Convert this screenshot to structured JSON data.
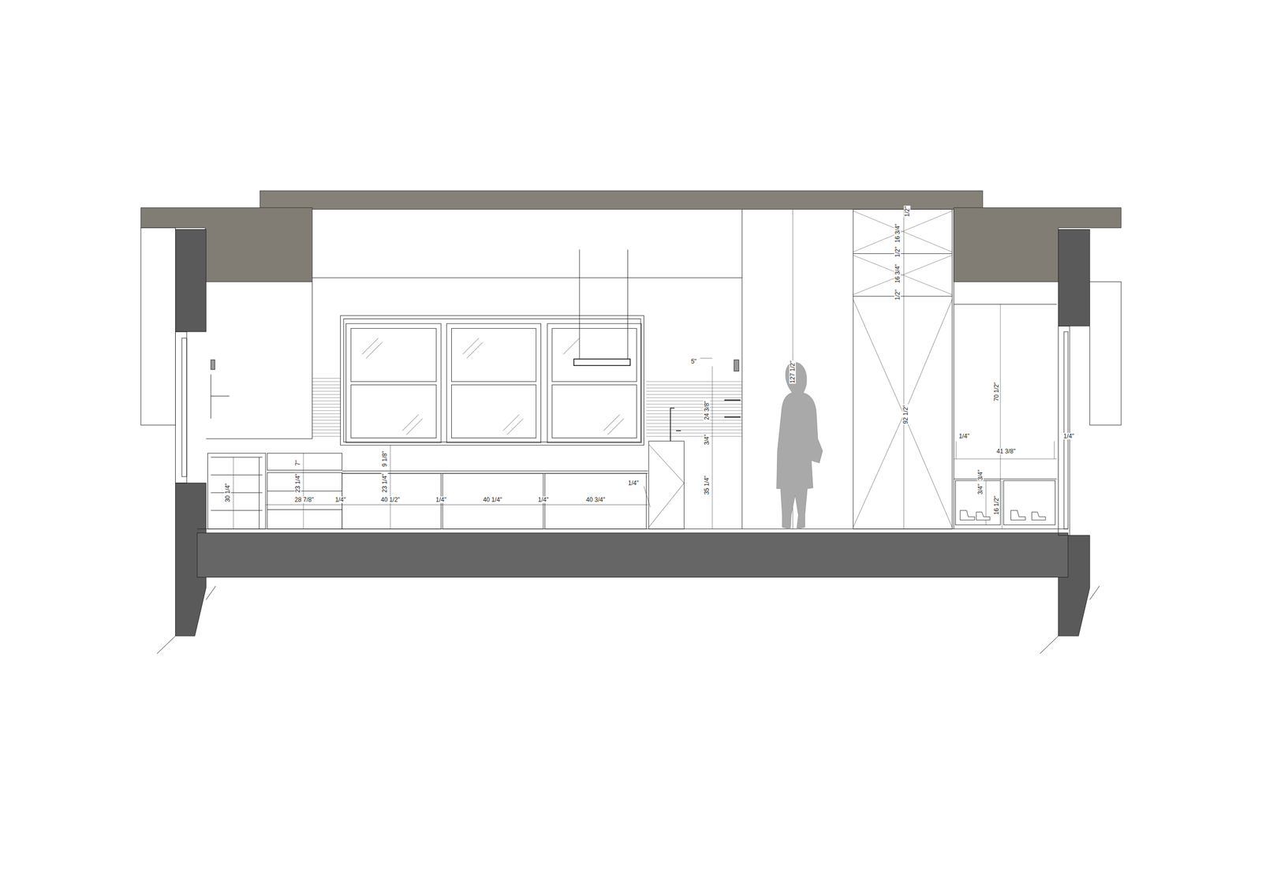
{
  "diagram": {
    "labels": [
      "1/2\"",
      "16 3/4\"",
      "1/2\"",
      "16 3/4\"",
      "1/2\"",
      "5\"",
      "127 1/2\"",
      "70 1/2\"",
      "24 3/8\"",
      "92 1/2\"",
      "1/4\"",
      "1/4\"",
      "3/4\"",
      "41 3/8\"",
      "9 1/8\"",
      "7\"",
      "3/4\"",
      "23 1/4\"",
      "23 1/4\"",
      "1/4\"",
      "35 1/4\"",
      "3/4\"",
      "30 1/4\"",
      "28 7/8\"",
      "1/4\"",
      "40 1/2\"",
      "1/4\"",
      "40 1/4\"",
      "1/4\"",
      "40 3/4\"",
      "16 1/2\""
    ]
  }
}
